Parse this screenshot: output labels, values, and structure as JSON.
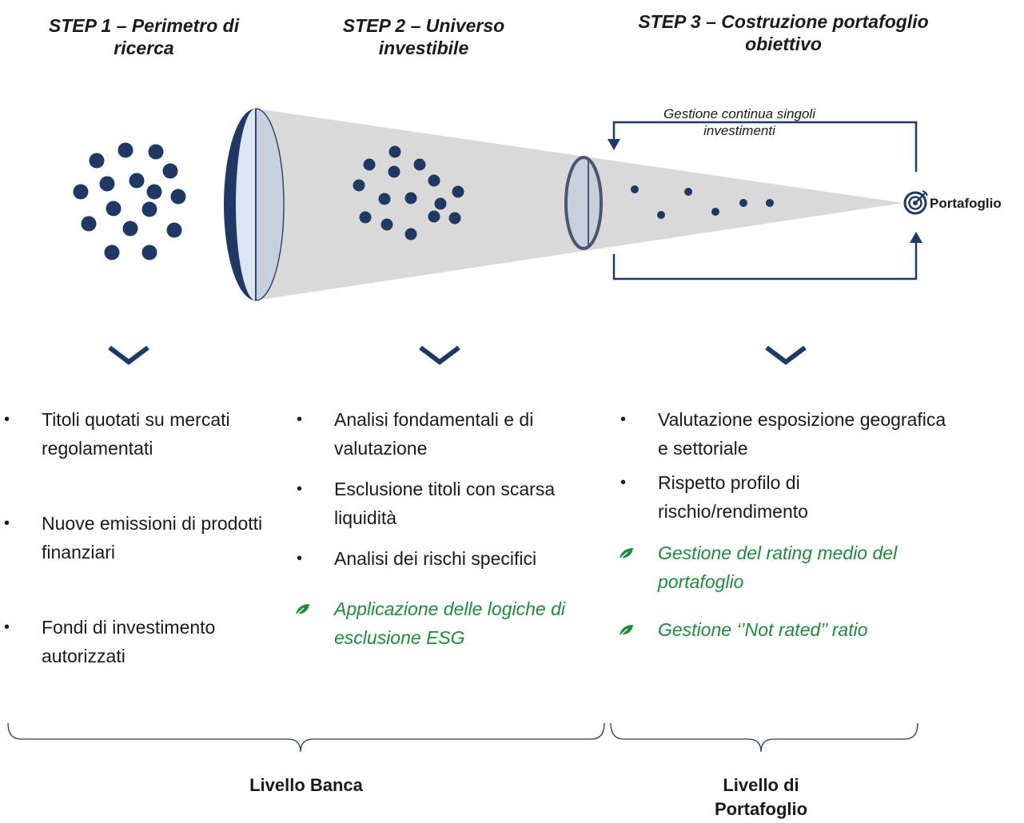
{
  "steps": [
    {
      "title": "STEP 1 – Perimetro di ricerca"
    },
    {
      "title": "STEP 2 – Universo investibile"
    },
    {
      "title": "STEP 3 – Costruzione portafoglio obiettivo"
    }
  ],
  "loop_label": "Gestione continua singoli investimenti",
  "target_label": "Portafoglio",
  "columns": [
    {
      "items": [
        {
          "text": "Titoli quotati su mercati regolamentati",
          "esg": false
        },
        {
          "text": "Nuove emissioni di prodotti finanziari",
          "esg": false
        },
        {
          "text": "Fondi di investimento autorizzati",
          "esg": false
        }
      ]
    },
    {
      "items": [
        {
          "text": "Analisi fondamentali e di valutazione",
          "esg": false
        },
        {
          "text": "Esclusione titoli con scarsa liquidità",
          "esg": false
        },
        {
          "text": "Analisi dei rischi specifici",
          "esg": false
        },
        {
          "text": "Applicazione delle logiche di esclusione ESG",
          "esg": true
        }
      ]
    },
    {
      "items": [
        {
          "text": "Valutazione esposizione geografica e settoriale",
          "esg": false
        },
        {
          "text": "Rispetto profilo di rischio/rendimento",
          "esg": false
        },
        {
          "text": "Gestione del rating medio del portafoglio",
          "esg": true
        },
        {
          "text": "Gestione ‘’Not rated’’ ratio",
          "esg": true
        }
      ]
    }
  ],
  "levels": [
    {
      "label": "Livello Banca"
    },
    {
      "label": "Livello di Portafoglio"
    }
  ],
  "colors": {
    "navy": "#1f3864",
    "funnel": "#d9d9d9",
    "lens_fill": "#dce6f2",
    "esg_green": "#1e8a3c"
  }
}
